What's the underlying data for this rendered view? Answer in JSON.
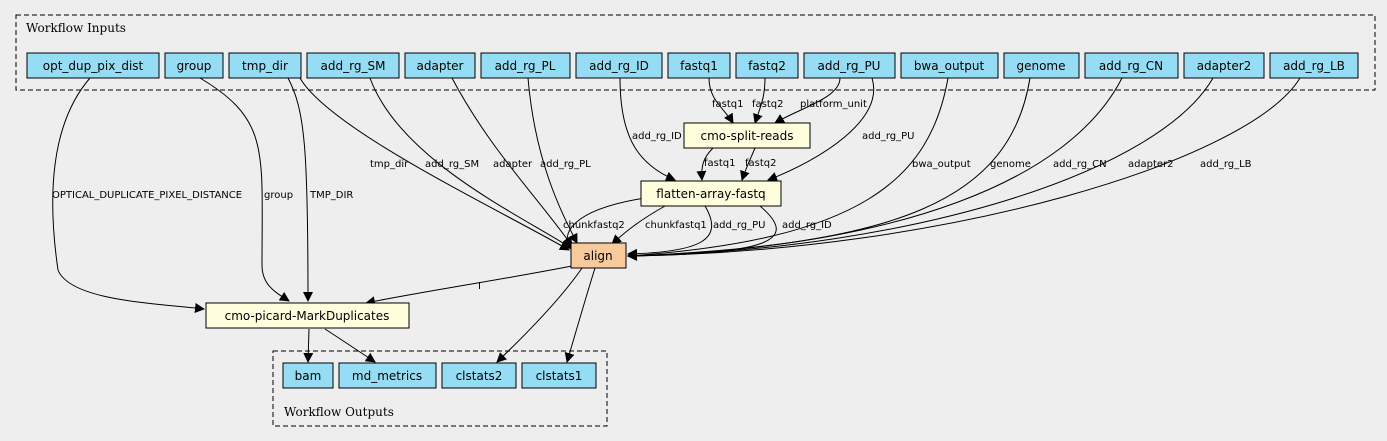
{
  "colors": {
    "background": "#eeeeee",
    "io_node": "#94ddf4",
    "step_node": "#ffffdd",
    "tool_node": "#f7c99b"
  },
  "clusters": {
    "inputs": "Workflow Inputs",
    "outputs": "Workflow Outputs"
  },
  "inputs": [
    "opt_dup_pix_dist",
    "group",
    "tmp_dir",
    "add_rg_SM",
    "adapter",
    "add_rg_PL",
    "add_rg_ID",
    "fastq1",
    "fastq2",
    "add_rg_PU",
    "bwa_output",
    "genome",
    "add_rg_CN",
    "adapter2",
    "add_rg_LB"
  ],
  "steps": {
    "split": "cmo-split-reads",
    "flatten": "flatten-array-fastq",
    "align": "align",
    "markdup": "cmo-picard-MarkDuplicates"
  },
  "outputs": [
    "bam",
    "md_metrics",
    "clstats2",
    "clstats1"
  ],
  "edge_labels": {
    "split_fastq1": "fastq1",
    "split_fastq2": "fastq2",
    "split_platform_unit": "platform_unit",
    "flatten_add_rg_ID": "add_rg_ID",
    "flatten_add_rg_PU": "add_rg_PU",
    "flatten_fastq1": "fastq1",
    "flatten_fastq2": "fastq2",
    "align_tmp_dir": "tmp_dir",
    "align_add_rg_SM": "add_rg_SM",
    "align_adapter": "adapter",
    "align_add_rg_PL": "add_rg_PL",
    "align_chunkfastq2": "chunkfastq2",
    "align_chunkfastq1": "chunkfastq1",
    "align_add_rg_PU": "add_rg_PU",
    "align_add_rg_ID": "add_rg_ID",
    "align_bwa_output": "bwa_output",
    "align_genome": "genome",
    "align_add_rg_CN": "add_rg_CN",
    "align_adapter2": "adapter2",
    "align_add_rg_LB": "add_rg_LB",
    "md_opt": "OPTICAL_DUPLICATE_PIXEL_DISTANCE",
    "md_group": "group",
    "md_tmp": "TMP_DIR",
    "md_I": "I"
  }
}
